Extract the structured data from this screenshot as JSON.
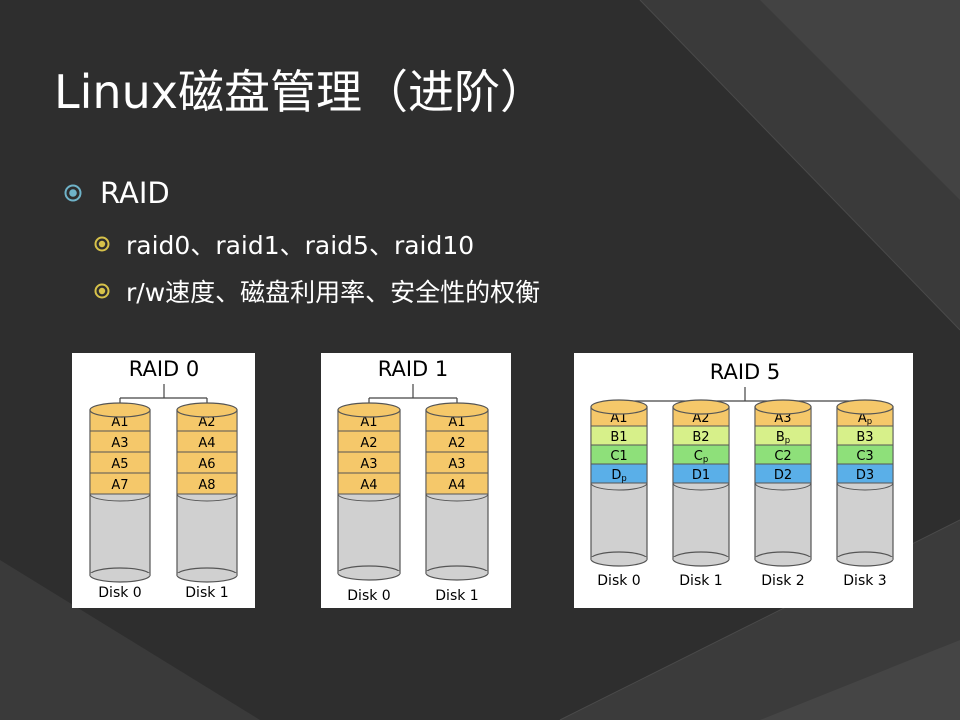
{
  "slide": {
    "title": "Linux磁盘管理（进阶）",
    "bullets": {
      "level1": "RAID",
      "level2": [
        "raid0、raid1、raid5、raid10",
        "r/w速度、磁盘利用率、安全性的权衡"
      ]
    }
  },
  "colors": {
    "background": "#2e2e2e",
    "bullet_level1": "#6fb3c9",
    "bullet_level2": "#d7c24a",
    "block_yellow": "#f5c86a",
    "block_green_light": "#d7f08a",
    "block_green": "#8ee07a",
    "block_blue": "#5aafe8",
    "disk_gray": "#d0d0d0"
  },
  "diagrams": [
    {
      "title": "RAID 0",
      "disks": [
        {
          "label": "Disk 0",
          "blocks": [
            {
              "t": "A1",
              "c": "yellow"
            },
            {
              "t": "A3",
              "c": "yellow"
            },
            {
              "t": "A5",
              "c": "yellow"
            },
            {
              "t": "A7",
              "c": "yellow"
            }
          ]
        },
        {
          "label": "Disk 1",
          "blocks": [
            {
              "t": "A2",
              "c": "yellow"
            },
            {
              "t": "A4",
              "c": "yellow"
            },
            {
              "t": "A6",
              "c": "yellow"
            },
            {
              "t": "A8",
              "c": "yellow"
            }
          ]
        }
      ]
    },
    {
      "title": "RAID 1",
      "disks": [
        {
          "label": "Disk 0",
          "blocks": [
            {
              "t": "A1",
              "c": "yellow"
            },
            {
              "t": "A2",
              "c": "yellow"
            },
            {
              "t": "A3",
              "c": "yellow"
            },
            {
              "t": "A4",
              "c": "yellow"
            }
          ]
        },
        {
          "label": "Disk 1",
          "blocks": [
            {
              "t": "A1",
              "c": "yellow"
            },
            {
              "t": "A2",
              "c": "yellow"
            },
            {
              "t": "A3",
              "c": "yellow"
            },
            {
              "t": "A4",
              "c": "yellow"
            }
          ]
        }
      ]
    },
    {
      "title": "RAID 5",
      "disks": [
        {
          "label": "Disk 0",
          "blocks": [
            {
              "t": "A1",
              "c": "yellow"
            },
            {
              "t": "B1",
              "c": "lightgreen"
            },
            {
              "t": "C1",
              "c": "green"
            },
            {
              "t": "D",
              "sub": "p",
              "c": "blue"
            }
          ]
        },
        {
          "label": "Disk 1",
          "blocks": [
            {
              "t": "A2",
              "c": "yellow"
            },
            {
              "t": "B2",
              "c": "lightgreen"
            },
            {
              "t": "C",
              "sub": "p",
              "c": "green"
            },
            {
              "t": "D1",
              "c": "blue"
            }
          ]
        },
        {
          "label": "Disk 2",
          "blocks": [
            {
              "t": "A3",
              "c": "yellow"
            },
            {
              "t": "B",
              "sub": "p",
              "c": "lightgreen"
            },
            {
              "t": "C2",
              "c": "green"
            },
            {
              "t": "D2",
              "c": "blue"
            }
          ]
        },
        {
          "label": "Disk 3",
          "blocks": [
            {
              "t": "A",
              "sub": "p",
              "c": "yellow"
            },
            {
              "t": "B3",
              "c": "lightgreen"
            },
            {
              "t": "C3",
              "c": "green"
            },
            {
              "t": "D3",
              "c": "blue"
            }
          ]
        }
      ]
    }
  ]
}
